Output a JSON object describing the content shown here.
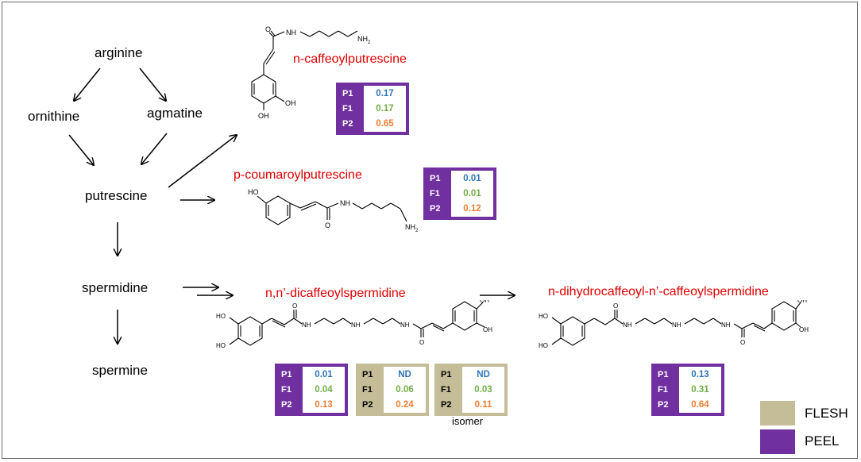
{
  "colors": {
    "flesh": "#c4bd97",
    "peel": "#7030a0",
    "compound_label": "#e00000",
    "p1": "#2e75b6",
    "f1": "#70ad47",
    "p2": "#ed7d31"
  },
  "pathway": {
    "arginine": "arginine",
    "ornithine": "ornithine",
    "agmatine": "agmatine",
    "putrescine": "putrescine",
    "spermidine": "spermidine",
    "spermine": "spermine"
  },
  "compounds": {
    "caffeoylputrescine": "n-caffeoylputrescine",
    "coumaroylputrescine": "p-coumaroylputrescine",
    "dicaffeoylspermidine": "n,n’-dicaffeoylspermidine",
    "dihydrocaffeoyl": "n-dihydrocaffeoyl-n’-caffeoylspermidine"
  },
  "atoms": {
    "O": "O",
    "NH": "NH",
    "NH2": "NH",
    "two": "2",
    "OH": "OH",
    "HO": "HO"
  },
  "keys": {
    "p1": "P1",
    "f1": "F1",
    "p2": "P2"
  },
  "boxes": {
    "caff_put": {
      "type": "peel",
      "p1": "0.17",
      "f1": "0.17",
      "p2": "0.65"
    },
    "coum_put": {
      "type": "peel",
      "p1": "0.01",
      "f1": "0.01",
      "p2": "0.12"
    },
    "dicaff_peel": {
      "type": "peel",
      "p1": "0.01",
      "f1": "0.04",
      "p2": "0.13"
    },
    "dicaff_flesh": {
      "type": "flesh",
      "p1": "ND",
      "f1": "0.06",
      "p2": "0.24"
    },
    "dicaff_isomer": {
      "type": "flesh",
      "p1": "ND",
      "f1": "0.03",
      "p2": "0.11"
    },
    "dihydro": {
      "type": "peel",
      "p1": "0.13",
      "f1": "0.31",
      "p2": "0.64"
    }
  },
  "isomer_label": "isomer",
  "legend": {
    "flesh": "FLESH",
    "peel": "PEEL"
  }
}
